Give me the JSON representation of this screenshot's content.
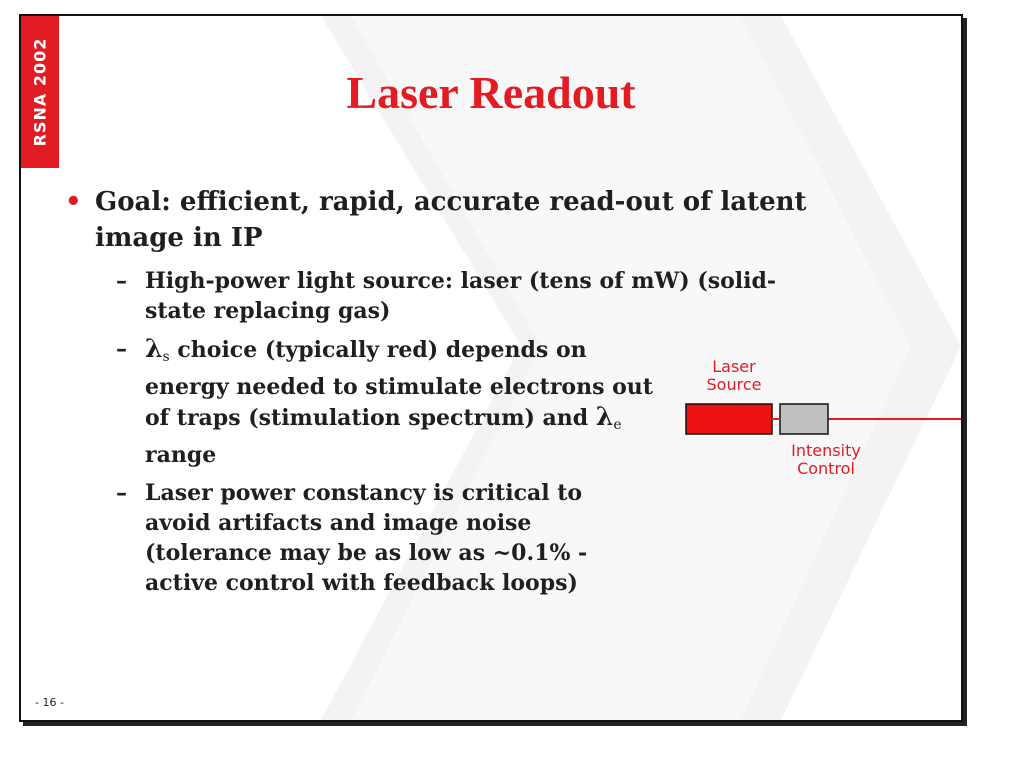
{
  "header": {
    "org_label": "RSNA 2002",
    "title": "Laser Readout"
  },
  "bullet": {
    "marker": "•",
    "text": "Goal: efficient, rapid, accurate read-out of latent image in IP"
  },
  "sub_items": [
    {
      "dash": "–",
      "text": "High-power light source: laser (tens of mW) (solid-state replacing gas)"
    },
    {
      "dash": "–",
      "lambda": "λ",
      "sub_s": "s",
      "text_a": " choice (typically red) depends on energy needed to stimulate electrons out of traps (stimulation spectrum) and ",
      "sub_e": "e",
      "text_b": " range"
    },
    {
      "dash": "–",
      "text": "Laser power constancy is critical to avoid artifacts and image noise (tolerance may be as low as ~0.1% - active control with feedback loops)"
    }
  ],
  "diagram": {
    "laser_label_1": "Laser",
    "laser_label_2": "Source",
    "intensity_label_1": "Intensity",
    "intensity_label_2": "Control",
    "colors": {
      "laser": "#ee1111",
      "control": "#c0c0c0",
      "beam": "#e31b23"
    }
  },
  "footer": {
    "page_number": "- 16 -"
  }
}
